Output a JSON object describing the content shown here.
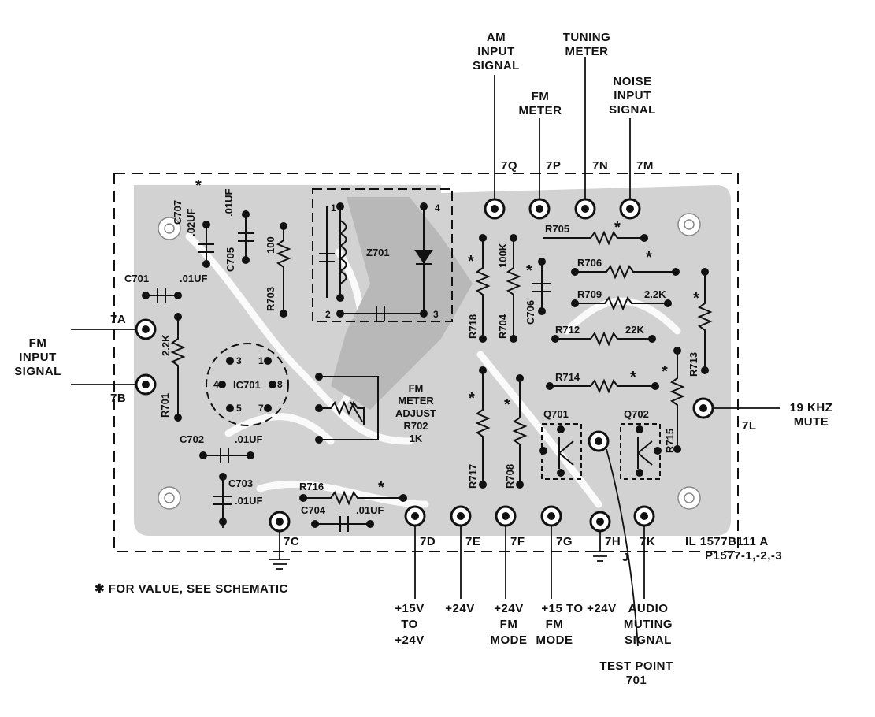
{
  "diagram": {
    "external_labels": {
      "am_input": [
        "AM",
        "INPUT",
        "SIGNAL"
      ],
      "tuning_meter": [
        "TUNING",
        "METER"
      ],
      "fm_meter": [
        "FM",
        "METER"
      ],
      "noise_input": [
        "NOISE",
        "INPUT",
        "SIGNAL"
      ],
      "fm_input": [
        "FM",
        "INPUT",
        "SIGNAL"
      ],
      "mute_19khz": [
        "19 KHZ",
        "MUTE"
      ],
      "v15_24": [
        "+15V",
        "TO",
        "+24V"
      ],
      "v24": [
        "+24V"
      ],
      "v24_fm": [
        "+24V",
        "FM",
        "MODE"
      ],
      "v15_fm": [
        "+15 TO +24V",
        "FM",
        "MODE"
      ],
      "audio_muting": [
        "AUDIO",
        "MUTING",
        "SIGNAL"
      ],
      "test_point": [
        "TEST POINT",
        "701"
      ]
    },
    "terminals": {
      "t7A": "7A",
      "t7B": "7B",
      "t7C": "7C",
      "t7D": "7D",
      "t7E": "7E",
      "t7F": "7F",
      "t7G": "7G",
      "t7H": "7H",
      "t7J": "J",
      "t7K": "7K",
      "t7L": "7L",
      "t7M": "7M",
      "t7N": "7N",
      "t7P": "7P",
      "t7Q": "7Q"
    },
    "components": {
      "c701": "C701",
      "c701_val": ".01UF",
      "c702": "C702",
      "c702_val": ".01UF",
      "c703": "C703",
      "c703_val": ".01UF",
      "c704": "C704",
      "c704_val": ".01UF",
      "c705": "C705",
      "c705_val": ".01UF",
      "c706": "C706",
      "c707": "C707",
      "c707_val": ".02UF",
      "r701": "R701",
      "r701_val": "2.2K",
      "r703": "R703",
      "r703_val": "100",
      "r704": "R704",
      "r704_val": "100K",
      "r705": "R705",
      "r706": "R706",
      "r708": "R708",
      "r709": "R709",
      "r709_val": "2.2K",
      "r712": "R712",
      "r712_val": "22K",
      "r713": "R713",
      "r714": "R714",
      "r715": "R715",
      "r716": "R716",
      "r717": "R717",
      "r718": "R718",
      "z701": "Z701",
      "ic701": "IC701",
      "q701": "Q701",
      "q702": "Q702",
      "fm_meter_adjust": [
        "FM",
        "METER",
        "ADJUST",
        "R702",
        "1K"
      ],
      "ic_pins": [
        "1",
        "3",
        "4",
        "5",
        "7",
        "8"
      ],
      "z_pins": [
        "1",
        "2",
        "3",
        "4"
      ],
      "star": "*"
    },
    "footnote": "✱ FOR VALUE, SEE SCHEMATIC",
    "part_number": [
      "IL 1577B111 A",
      "P1577-1,-2,-3"
    ],
    "colors": {
      "board": "#d2d2d2",
      "trace": "#b4b4b4",
      "ink": "#111111"
    }
  }
}
